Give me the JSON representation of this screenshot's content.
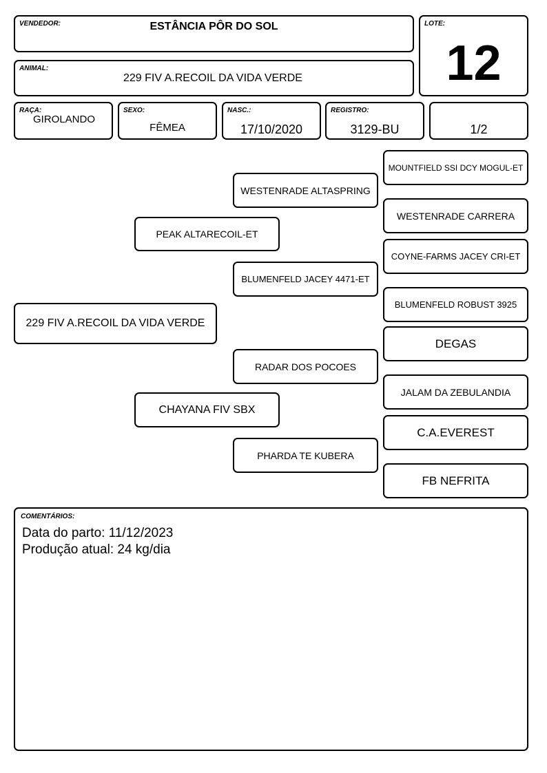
{
  "header": {
    "vendedor_label": "VENDEDOR:",
    "vendedor": "ESTÂNCIA PÔR DO SOL",
    "lote_label": "LOTE:",
    "lote": "12",
    "animal_label": "ANIMAL:",
    "animal": "229 FIV A.RECOIL DA VIDA VERDE",
    "raca_label": "RAÇA:",
    "raca": "GIROLANDO",
    "sexo_label": "SEXO:",
    "sexo": "FÊMEA",
    "nasc_label": "NASC.:",
    "nasc": "17/10/2020",
    "registro_label": "REGISTRO:",
    "registro": "3129-BU",
    "fraction": "1/2"
  },
  "pedigree": {
    "animal": "229 FIV A.RECOIL DA VIDA VERDE",
    "sire": "PEAK ALTARECOIL-ET",
    "dam": "CHAYANA FIV SBX",
    "sire_sire": "WESTENRADE ALTASPRING",
    "sire_dam": "BLUMENFELD JACEY 4471-ET",
    "dam_sire": "RADAR DOS POCOES",
    "dam_dam": "PHARDA TE KUBERA",
    "ggp": [
      "MOUNTFIELD SSI DCY MOGUL-ET",
      "WESTENRADE CARRERA",
      "COYNE-FARMS JACEY CRI-ET",
      "BLUMENFELD ROBUST 3925",
      "DEGAS",
      "JALAM DA ZEBULANDIA",
      "C.A.EVEREST",
      "FB NEFRITA"
    ]
  },
  "comments": {
    "label": "COMENTÁRIOS:",
    "line1": "Data do parto: 11/12/2023",
    "line2": "Produção atual: 24 kg/dia"
  }
}
